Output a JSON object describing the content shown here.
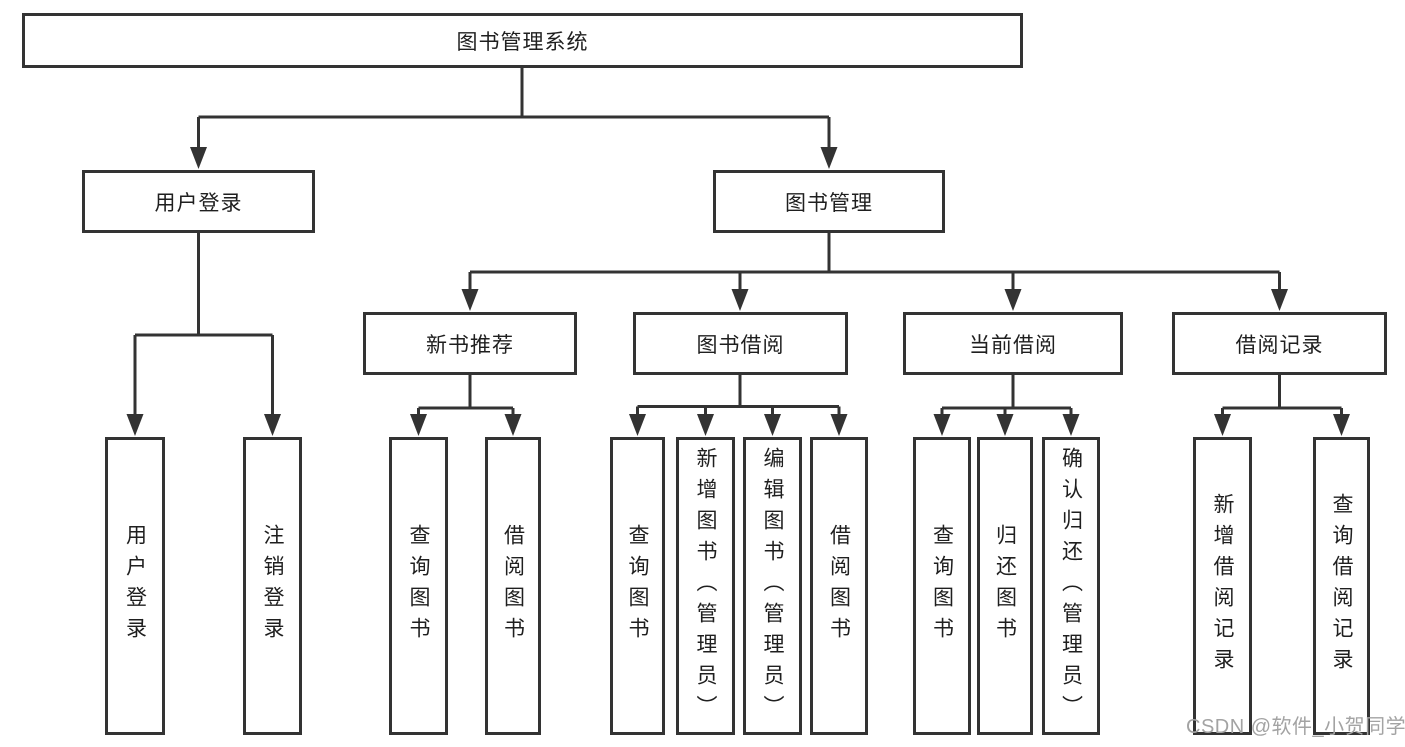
{
  "diagram": {
    "title": "图书管理系统",
    "type": "tree",
    "root": {
      "label": "图书管理系统"
    },
    "level2": [
      {
        "label": "用户登录"
      },
      {
        "label": "图书管理"
      }
    ],
    "level3": [
      {
        "label": "新书推荐",
        "parent": "图书管理"
      },
      {
        "label": "图书借阅",
        "parent": "图书管理"
      },
      {
        "label": "当前借阅",
        "parent": "图书管理"
      },
      {
        "label": "借阅记录",
        "parent": "图书管理"
      }
    ],
    "leaves": [
      {
        "label": "用户登录",
        "parent": "用户登录"
      },
      {
        "label": "注销登录",
        "parent": "用户登录"
      },
      {
        "label": "查询图书",
        "parent": "新书推荐"
      },
      {
        "label": "借阅图书",
        "parent": "新书推荐"
      },
      {
        "label": "查询图书",
        "parent": "图书借阅"
      },
      {
        "label": "新增图书（管理员）",
        "parent": "图书借阅"
      },
      {
        "label": "编辑图书（管理员）",
        "parent": "图书借阅"
      },
      {
        "label": "借阅图书",
        "parent": "图书借阅"
      },
      {
        "label": "查询图书",
        "parent": "当前借阅"
      },
      {
        "label": "归还图书",
        "parent": "当前借阅"
      },
      {
        "label": "确认归还（管理员）",
        "parent": "当前借阅"
      },
      {
        "label": "新增借阅记录",
        "parent": "借阅记录"
      },
      {
        "label": "查询借阅记录",
        "parent": "借阅记录"
      }
    ]
  },
  "watermark": {
    "text": "CSDN @软件_小贺同学"
  },
  "colors": {
    "line": "#333333",
    "text": "#1f1f1f",
    "background": "#ffffff",
    "watermark": "#a3a3a3"
  }
}
